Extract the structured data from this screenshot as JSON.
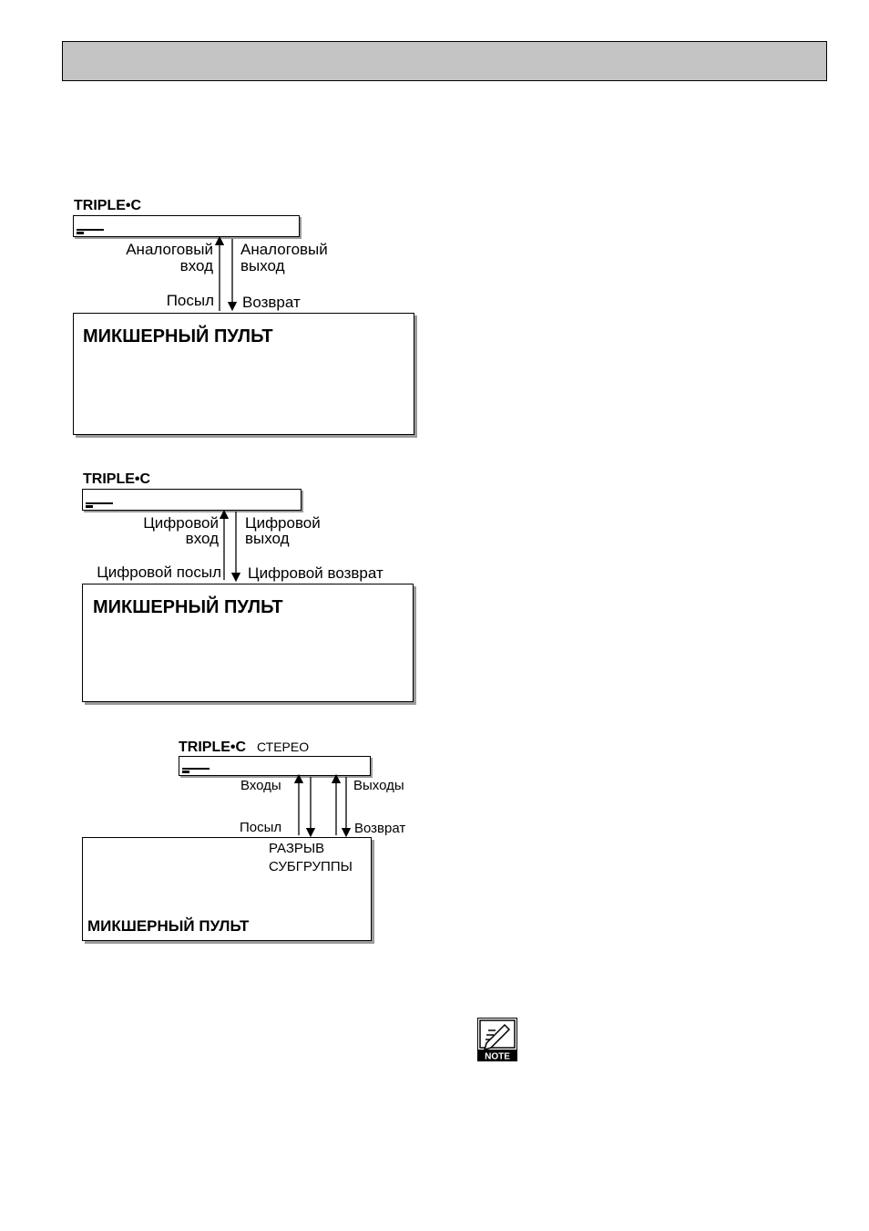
{
  "header": {
    "title": ""
  },
  "diagram1": {
    "brand": "TRIPLE•C",
    "label_in": [
      "Аналоговый",
      "вход"
    ],
    "label_out": [
      "Аналоговый",
      "выход"
    ],
    "label_send": "Посыл",
    "label_return": "Возврат",
    "mixer_title": "МИКШЕРНЫЙ ПУЛЬТ"
  },
  "diagram2": {
    "brand": "TRIPLE•C",
    "label_in": [
      "Цифровой",
      "вход"
    ],
    "label_out": [
      "Цифровой",
      "выход"
    ],
    "label_send": "Цифровой посыл",
    "label_return": "Цифровой возврат",
    "mixer_title": "МИКШЕРНЫЙ ПУЛЬТ"
  },
  "diagram3": {
    "brand": "TRIPLE•C",
    "brand_suffix": "СТЕРЕО",
    "label_in": "Входы",
    "label_out": "Выходы",
    "label_send": "Посыл",
    "label_return": "Возврат",
    "insert_label": [
      "РАЗРЫВ",
      "СУБГРУППЫ"
    ],
    "mixer_title": "МИКШЕРНЫЙ ПУЛЬТ"
  },
  "note": {
    "icon": "note-icon",
    "label": "NOTE"
  },
  "colors": {
    "header_fill": "#c3c3c3",
    "shadow": "#9a9a9a"
  }
}
